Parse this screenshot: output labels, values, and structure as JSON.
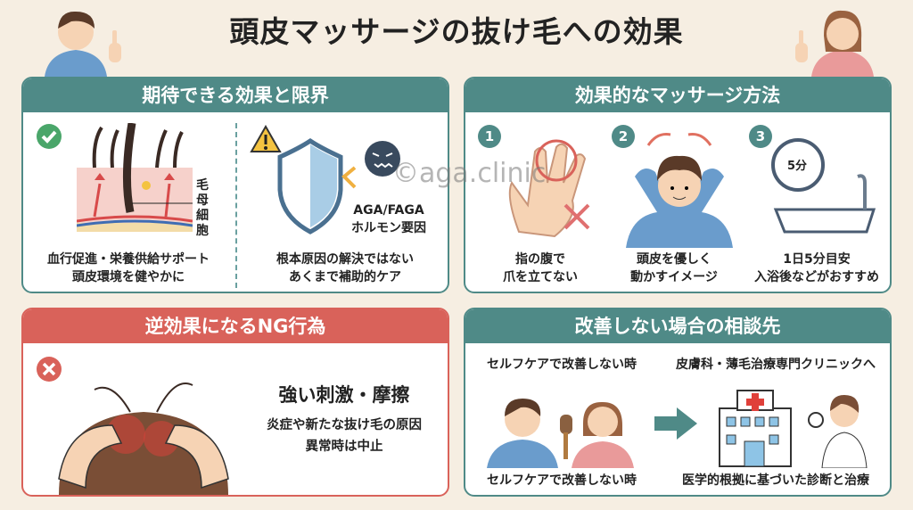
{
  "title": "頭皮マッサージの抜け毛への効果",
  "watermark": "©aga.clinic",
  "colors": {
    "teal": "#4f8a87",
    "red": "#d9625a",
    "background": "#f6eee2"
  },
  "panels": {
    "effects": {
      "header": "期待できる効果と限界",
      "left_icon": "check-icon",
      "cell_label": "毛母細胞",
      "left_caption": [
        "血行促進・栄養供給サポート",
        "頭皮環境を健やかに"
      ],
      "right_icon": "warning-icon",
      "factor_label": [
        "AGA/FAGA",
        "ホルモン要因"
      ],
      "right_caption": [
        "根本原因の解決ではない",
        "あくまで補助的ケア"
      ]
    },
    "methods": {
      "header": "効果的なマッサージ方法",
      "steps": [
        {
          "number": "1",
          "caption": [
            "指の腹で",
            "爪を立てない"
          ]
        },
        {
          "number": "2",
          "caption": [
            "頭皮を優しく",
            "動かすイメージ"
          ]
        },
        {
          "number": "3",
          "timer": "5分",
          "caption": [
            "1日5分目安",
            "入浴後などがおすすめ"
          ]
        }
      ]
    },
    "ng": {
      "header": "逆効果になるNG行為",
      "icon": "x-icon",
      "headline": "強い刺激・摩擦",
      "lines": [
        "炎症や新たな抜け毛の原因",
        "異常時は中止"
      ]
    },
    "consult": {
      "header": "改善しない場合の相談先",
      "left_top": "セルフケアで改善しない時",
      "right_top": "皮膚科・薄毛治療専門クリニックへ",
      "left_bottom": "セルフケアで改善しない時",
      "right_bottom": "医学的根拠に基づいた診断と治療"
    }
  }
}
